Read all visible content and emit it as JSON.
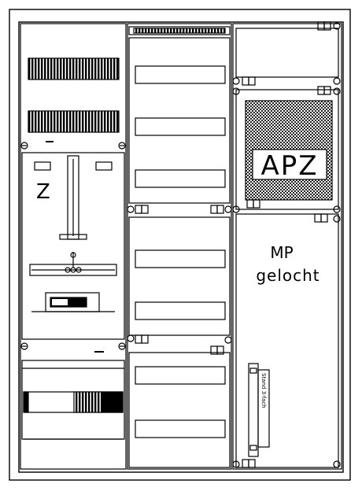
{
  "labels": {
    "meter": "Z",
    "apz": "APZ",
    "mp_line1": "MP",
    "mp_line2": "gelocht",
    "rail": "Stand 3-fach"
  },
  "colors": {
    "line": "#000000",
    "background": "#ffffff",
    "hatch": "#555555"
  }
}
